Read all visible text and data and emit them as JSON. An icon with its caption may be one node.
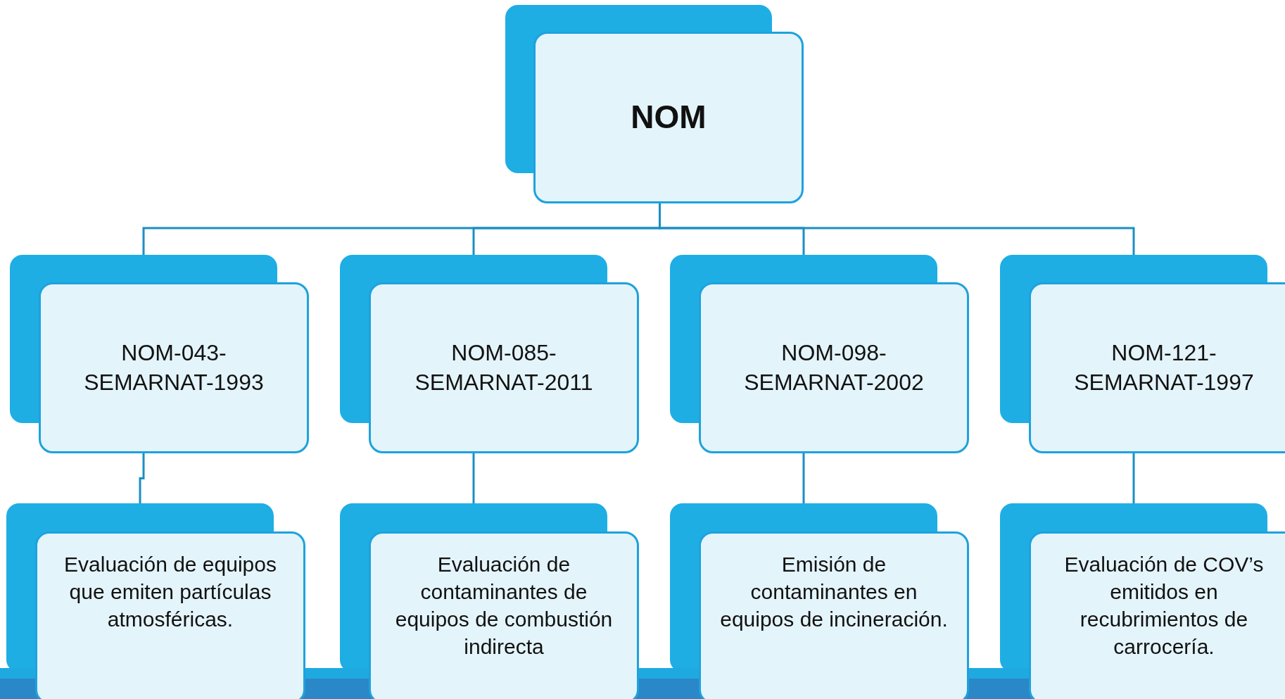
{
  "diagram": {
    "nodes": [
      {
        "text": [
          "NOM"
        ]
      },
      {
        "text": [
          "NOM-043-SEMARNAT-1993"
        ]
      },
      {
        "text": [
          "NOM-085-SEMARNAT-2011"
        ]
      },
      {
        "text": [
          "NOM-098-SEMARNAT-2002"
        ]
      },
      {
        "text": [
          "NOM-121-SEMARNAT-1997"
        ]
      },
      {
        "text": [
          "Evaluación de equipos que emiten partículas atmosféricas."
        ]
      },
      {
        "text": [
          "Evaluación de contaminantes de equipos de combustión indirecta"
        ]
      },
      {
        "text": [
          "Emisión de contaminantes en equipos de incineración."
        ]
      },
      {
        "text": [
          "Evaluación de COV’s emitidos en recubrimientos de carrocería."
        ]
      }
    ],
    "edges": [
      {
        "from": 0,
        "to": 1,
        "arrow": "none"
      },
      {
        "from": 0,
        "to": 2,
        "arrow": "none"
      },
      {
        "from": 0,
        "to": 3,
        "arrow": "none"
      },
      {
        "from": 0,
        "to": 4,
        "arrow": "none"
      },
      {
        "from": 1,
        "to": 5,
        "arrow": "none"
      },
      {
        "from": 2,
        "to": 6,
        "arrow": "none"
      },
      {
        "from": 3,
        "to": 7,
        "arrow": "none"
      },
      {
        "from": 4,
        "to": 8,
        "arrow": "none"
      }
    ]
  }
}
